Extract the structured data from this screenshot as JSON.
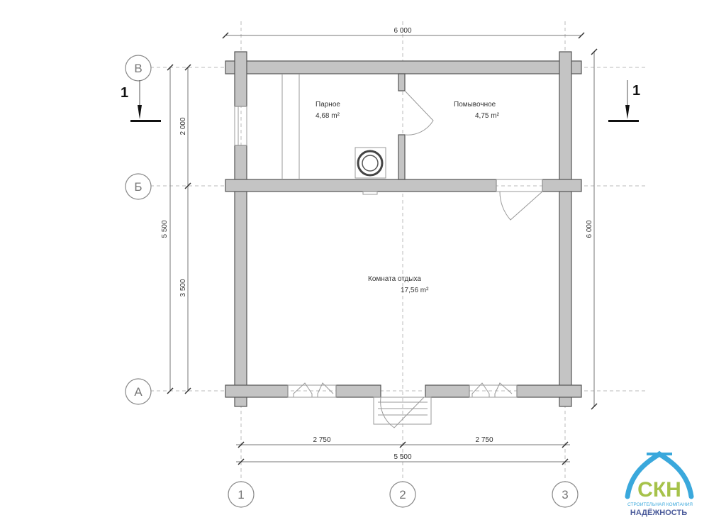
{
  "plan": {
    "rooms": [
      {
        "name": "Парное",
        "area": "4,68 m²"
      },
      {
        "name": "Помывочное",
        "area": "4,75 m²"
      },
      {
        "name": "Комната отдыха",
        "area": "17,56 m²"
      }
    ],
    "axes_letters": [
      "В",
      "Б",
      "А"
    ],
    "axes_numbers": [
      "1",
      "2",
      "3"
    ],
    "section_mark": "1",
    "dimensions": {
      "top_total": "6 000",
      "left_total": "5 500",
      "left_upper": "2 000",
      "left_lower": "3 500",
      "right_total": "6 000",
      "bottom_left": "2 750",
      "bottom_right": "2 750",
      "bottom_total": "5 500"
    }
  },
  "logo": {
    "letters": "СКН",
    "subtitle": "СТРОИТЕЛЬНАЯ КОМПАНИЯ",
    "name": "НАДЁЖНОСТЬ",
    "colors": {
      "roof": "#3aa8dc",
      "letters": "#a6c24a",
      "name": "#4a5a9a"
    }
  }
}
